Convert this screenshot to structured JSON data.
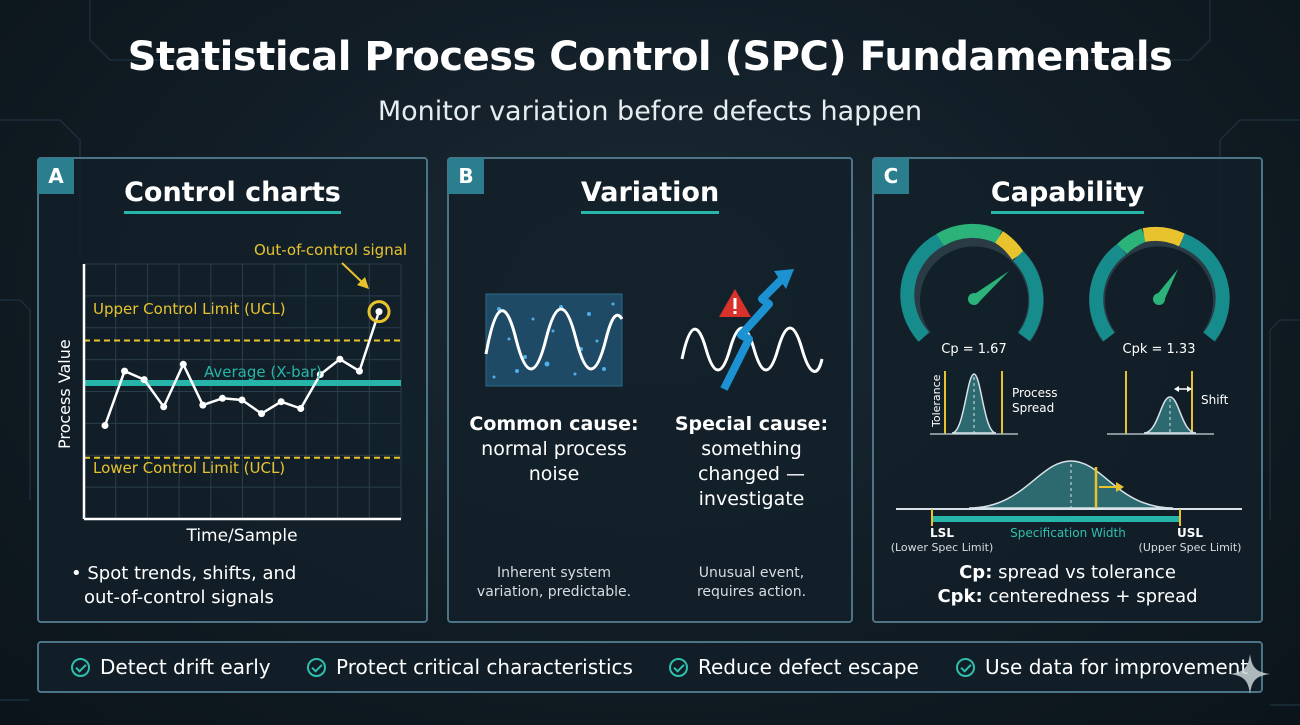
{
  "title": "Statistical Process Control (SPC) Fundamentals",
  "subtitle": "Monitor variation before defects happen",
  "panel_a": {
    "badge": "A",
    "title": "Control charts",
    "signal_label": "Out-of-control signal",
    "ucl_label": "Upper Control Limit (UCL)",
    "avg_label": "Average (X-bar)",
    "lcl_label": "Lower Control Limit (UCL)",
    "y_axis": "Process Value",
    "x_axis": "Time/Sample",
    "bullet_line1": "• Spot trends, shifts, and",
    "bullet_line2": "out-of-control signals"
  },
  "panel_b": {
    "badge": "B",
    "title": "Variation",
    "common_line1": "Common cause:",
    "common_line2": "normal process",
    "common_line3": "noise",
    "special_line1": "Special cause:",
    "special_line2": "something",
    "special_line3": "changed —",
    "special_line4": "investigate",
    "common_note1": "Inherent system",
    "common_note2": "variation, predictable.",
    "special_note1": "Unusual event,",
    "special_note2": "requires action."
  },
  "panel_c": {
    "badge": "C",
    "title": "Capability",
    "cp_label": "Cp = 1.67",
    "cpk_label": "Cpk = 1.33",
    "tolerance": "Tolerance",
    "process": "Process",
    "spread": "Spread",
    "shift": "Shift",
    "lsl": "LSL",
    "lsl_full": "(Lower Spec Limit)",
    "usl": "USL",
    "usl_full": "(Upper Spec Limit)",
    "spec_width": "Specification Width",
    "cp_def_key": "Cp:",
    "cp_def": "spread vs tolerance",
    "cpk_def_key": "Cpk:",
    "cpk_def": "centeredness + spread"
  },
  "footer": [
    "Detect drift early",
    "Protect critical characteristics",
    "Reduce defect escape",
    "Use data for improvement"
  ],
  "colors": {
    "accent_teal": "#26b5a8",
    "limit_yellow": "#e8c32e",
    "panel_border": "#4c7386"
  },
  "chart_data": {
    "type": "line",
    "series": [
      {
        "values": [
          0.55,
          0.87,
          0.82,
          0.66,
          0.91,
          0.67,
          0.71,
          0.7,
          0.62,
          0.69,
          0.65,
          0.85,
          0.94,
          0.87,
          1.22
        ]
      }
    ],
    "ylim": [
      0,
      1.5
    ],
    "ucl": 1.05,
    "average": 0.8,
    "lcl": 0.36,
    "out_of_control_index": 14,
    "xlabel": "Time/Sample",
    "ylabel": "Process Value"
  }
}
